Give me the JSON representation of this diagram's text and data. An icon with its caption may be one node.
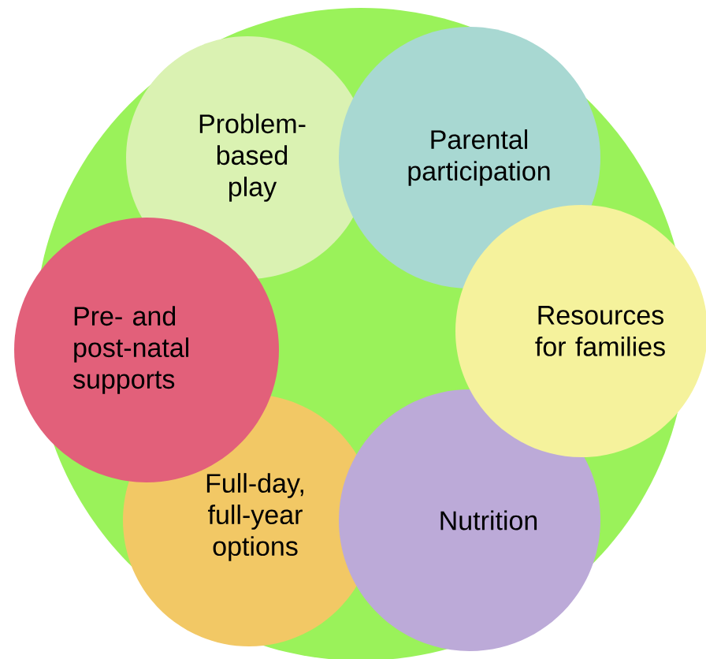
{
  "diagram": {
    "nodes": [
      {
        "text": [],
        "shape": "circle"
      },
      {
        "text": [
          "Problem- based play"
        ],
        "in": 0
      },
      {
        "text": [
          "Parental participation"
        ],
        "in": 0
      },
      {
        "text": [
          "Resources for families"
        ]
      },
      {
        "text": [
          "Pre- and post-natal supports"
        ]
      },
      {
        "text": [
          "Full-day, full-year options"
        ],
        "in": 0
      },
      {
        "text": [
          "Nutrition"
        ],
        "in": 0
      }
    ]
  }
}
